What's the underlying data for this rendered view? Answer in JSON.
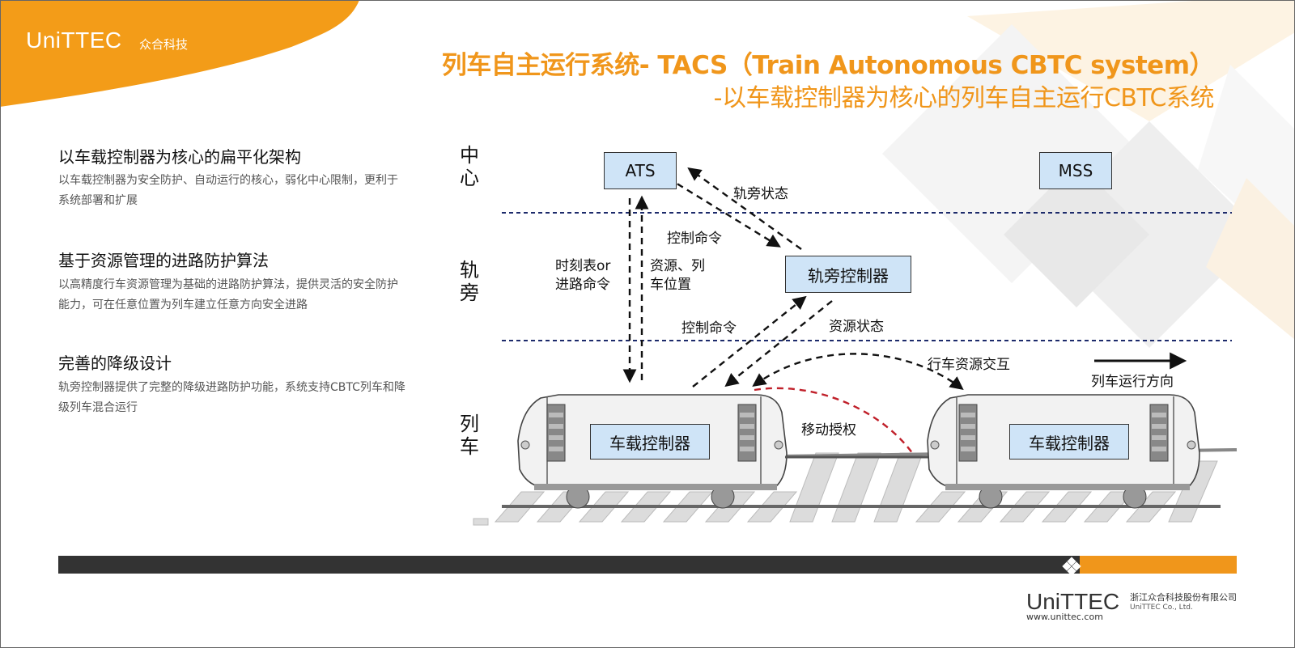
{
  "brand": {
    "logo_text": "UniTTEC",
    "logo_sub": "众合科技",
    "accent": "#f0961b"
  },
  "title": {
    "line1": "列车自主运行系统- TACS（Train Autonomous CBTC system）",
    "line2": "-以车载控制器为核心的列车自主运行CBTC系统"
  },
  "features": [
    {
      "heading": "以车载控制器为核心的扁平化架构",
      "body": "以车载控制器为安全防护、自动运行的核心，弱化中心限制，更利于系统部署和扩展"
    },
    {
      "heading": "基于资源管理的进路防护算法",
      "body": "以高精度行车资源管理为基础的进路防护算法，提供灵活的安全防护能力，可在任意位置为列车建立任意方向安全进路"
    },
    {
      "heading": "完善的降级设计",
      "body": "轨旁控制器提供了完整的降级进路防护功能，系统支持CBTC列车和降级列车混合运行"
    }
  ],
  "diagram": {
    "layers": [
      "中心",
      "轨旁",
      "列车"
    ],
    "boxes": {
      "ats": "ATS",
      "mss": "MSS",
      "wayside": "轨旁控制器",
      "onboard_left": "车载控制器",
      "onboard_right": "车载控制器"
    },
    "labels": {
      "wayside_status": "轨旁状态",
      "control_cmd_upper": "控制命令",
      "timetable_route": "时刻表or进路命令",
      "resource_position": "资源、列车位置",
      "control_cmd_lower": "控制命令",
      "resource_status": "资源状态",
      "resource_interaction": "行车资源交互",
      "movement_authority": "移动授权",
      "running_direction": "列车运行方向"
    }
  },
  "footer": {
    "logo_text": "UniTTEC",
    "company_cn": "浙江众合科技股份有限公司",
    "company_en": "UniTTEC Co., Ltd.",
    "website": "www.unittec.com",
    "bar_dark": "#333333",
    "bar_accent": "#f0961b"
  }
}
